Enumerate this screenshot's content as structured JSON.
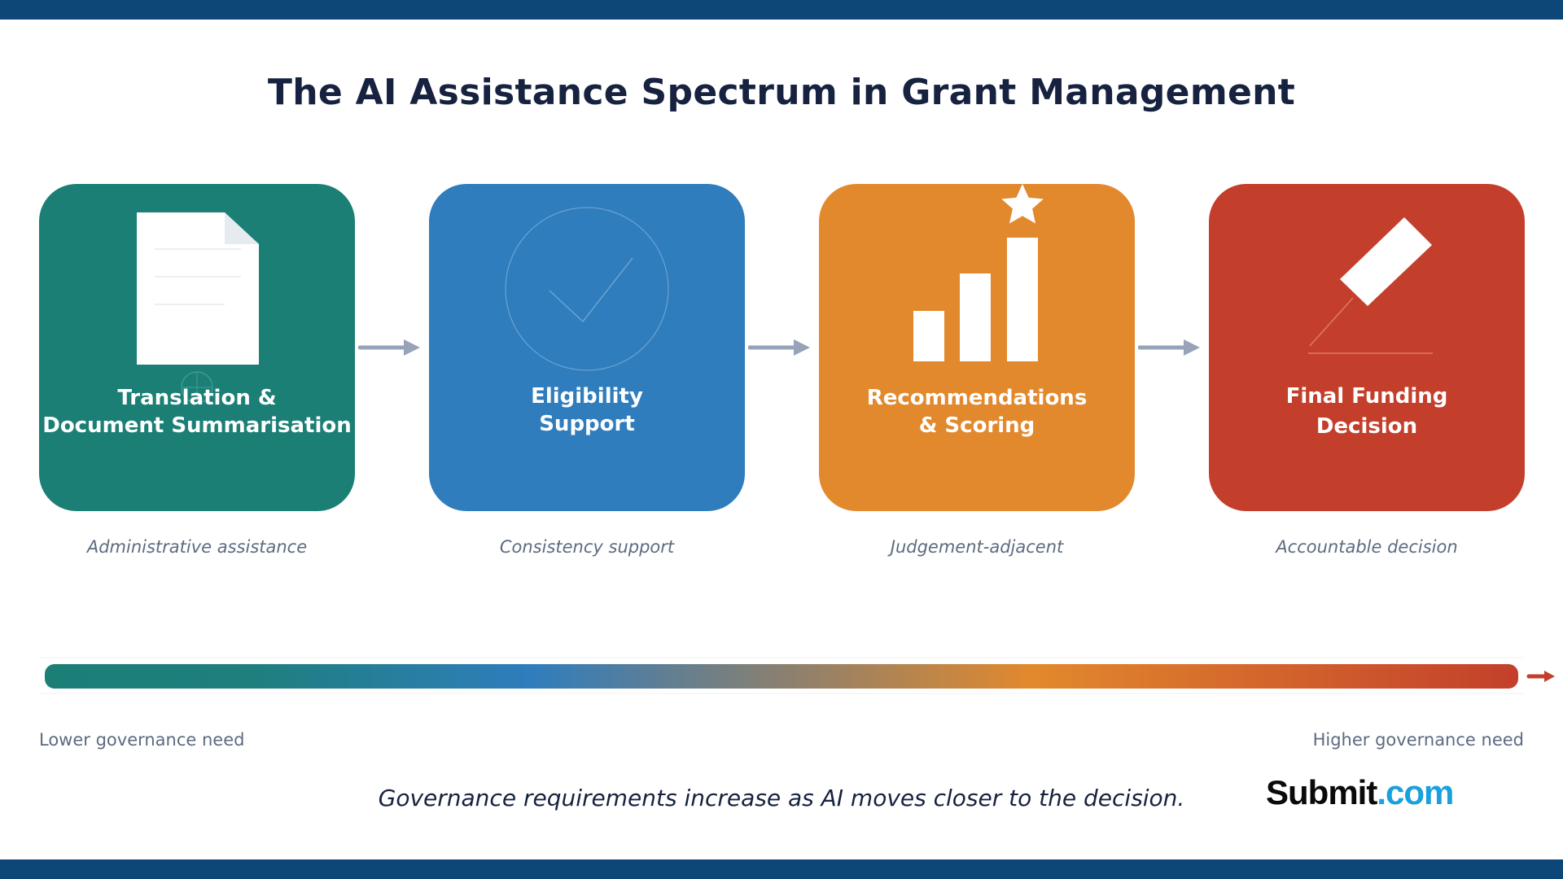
{
  "title": "The AI Assistance Spectrum in Grant Management",
  "stages": [
    {
      "title_lines": [
        "Translation &",
        "Document Summarisation"
      ],
      "caption": "Administrative assistance",
      "color": "#1b7f76",
      "icon": "document-icon"
    },
    {
      "title_lines": [
        "Eligibility",
        "Support"
      ],
      "caption": "Consistency support",
      "color": "#2f7dbd",
      "icon": "check-circle-icon"
    },
    {
      "title_lines": [
        "Recommendations",
        "& Scoring"
      ],
      "caption": "Judgement-adjacent",
      "color": "#e2892d",
      "icon": "bar-chart-star-icon"
    },
    {
      "title_lines": [
        "Final Funding",
        "Decision"
      ],
      "caption": "Accountable decision",
      "color": "#c33f2b",
      "icon": "pen-signature-icon"
    }
  ],
  "spectrum": {
    "left_label": "Lower governance need",
    "right_label": "Higher governance need"
  },
  "tagline": "Governance requirements increase as AI moves closer to the decision.",
  "logo": {
    "main": "Submit",
    "tld": ".com"
  },
  "colors": {
    "header_bar": "#0d4778",
    "title": "#16223f",
    "arrow": "#96a3b8",
    "spectrum_arrow": "#c33f2b"
  }
}
